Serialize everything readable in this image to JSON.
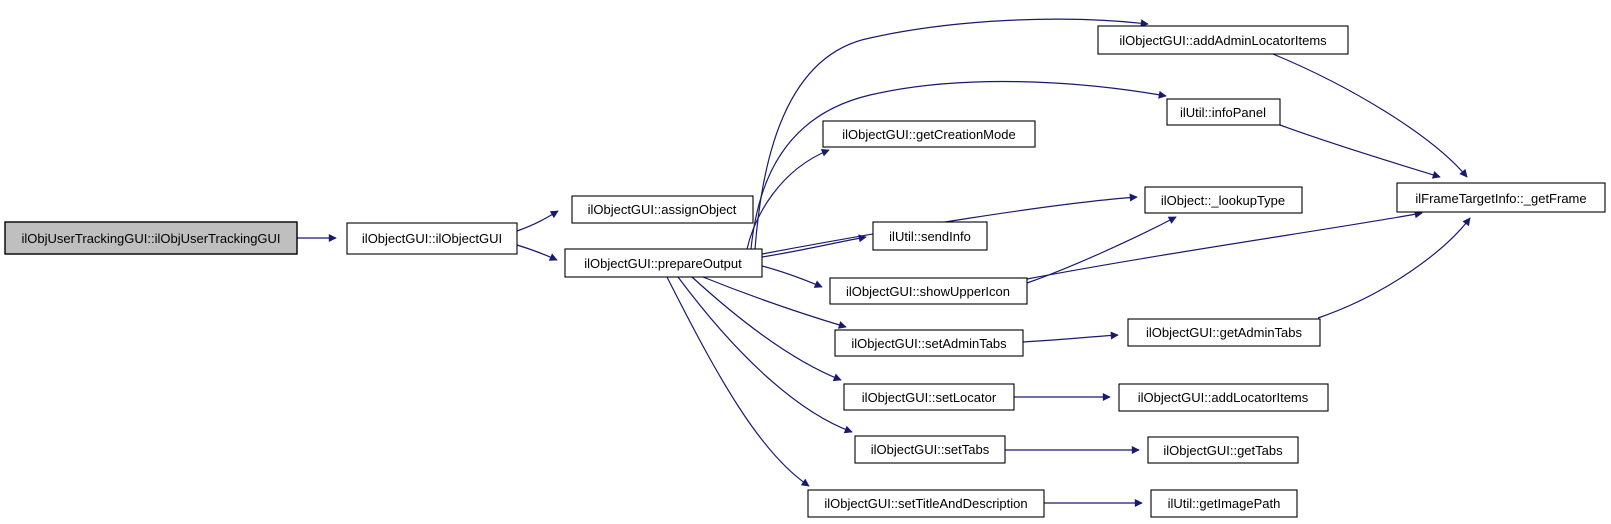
{
  "diagram": {
    "type": "call-graph",
    "colors": {
      "background": "#ffffff",
      "edge": "#191970",
      "node-border": "#000000",
      "node-fill": "#ffffff",
      "highlight-fill": "#bfbfbf",
      "text": "#000000"
    },
    "nodes": [
      {
        "id": "ilObjUserTrackingGUI",
        "label": "ilObjUserTrackingGUI::ilObjUserTrackingGUI",
        "highlighted": true
      },
      {
        "id": "ilObjectGUI",
        "label": "ilObjectGUI::ilObjectGUI",
        "highlighted": false
      },
      {
        "id": "assignObject",
        "label": "ilObjectGUI::assignObject",
        "highlighted": false
      },
      {
        "id": "prepareOutput",
        "label": "ilObjectGUI::prepareOutput",
        "highlighted": false
      },
      {
        "id": "getCreationMode",
        "label": "ilObjectGUI::getCreationMode",
        "highlighted": false
      },
      {
        "id": "sendInfo",
        "label": "ilUtil::sendInfo",
        "highlighted": false
      },
      {
        "id": "showUpperIcon",
        "label": "ilObjectGUI::showUpperIcon",
        "highlighted": false
      },
      {
        "id": "setAdminTabs",
        "label": "ilObjectGUI::setAdminTabs",
        "highlighted": false
      },
      {
        "id": "setLocator",
        "label": "ilObjectGUI::setLocator",
        "highlighted": false
      },
      {
        "id": "setTabs",
        "label": "ilObjectGUI::setTabs",
        "highlighted": false
      },
      {
        "id": "setTitleAndDescription",
        "label": "ilObjectGUI::setTitleAndDescription",
        "highlighted": false
      },
      {
        "id": "addAdminLocatorItems",
        "label": "ilObjectGUI::addAdminLocatorItems",
        "highlighted": false
      },
      {
        "id": "infoPanel",
        "label": "ilUtil::infoPanel",
        "highlighted": false
      },
      {
        "id": "lookupType",
        "label": "ilObject::_lookupType",
        "highlighted": false
      },
      {
        "id": "getFrame",
        "label": "ilFrameTargetInfo::_getFrame",
        "highlighted": false
      },
      {
        "id": "getAdminTabs",
        "label": "ilObjectGUI::getAdminTabs",
        "highlighted": false
      },
      {
        "id": "addLocatorItems",
        "label": "ilObjectGUI::addLocatorItems",
        "highlighted": false
      },
      {
        "id": "getTabs",
        "label": "ilObjectGUI::getTabs",
        "highlighted": false
      },
      {
        "id": "getImagePath",
        "label": "ilUtil::getImagePath",
        "highlighted": false
      }
    ],
    "edges": [
      {
        "from": "ilObjUserTrackingGUI",
        "to": "ilObjectGUI"
      },
      {
        "from": "ilObjectGUI",
        "to": "assignObject"
      },
      {
        "from": "ilObjectGUI",
        "to": "prepareOutput"
      },
      {
        "from": "prepareOutput",
        "to": "addAdminLocatorItems"
      },
      {
        "from": "prepareOutput",
        "to": "infoPanel"
      },
      {
        "from": "prepareOutput",
        "to": "getCreationMode"
      },
      {
        "from": "prepareOutput",
        "to": "lookupType"
      },
      {
        "from": "prepareOutput",
        "to": "sendInfo"
      },
      {
        "from": "prepareOutput",
        "to": "showUpperIcon"
      },
      {
        "from": "prepareOutput",
        "to": "setAdminTabs"
      },
      {
        "from": "prepareOutput",
        "to": "setLocator"
      },
      {
        "from": "prepareOutput",
        "to": "setTabs"
      },
      {
        "from": "prepareOutput",
        "to": "setTitleAndDescription"
      },
      {
        "from": "addAdminLocatorItems",
        "to": "getFrame"
      },
      {
        "from": "infoPanel",
        "to": "getFrame"
      },
      {
        "from": "showUpperIcon",
        "to": "lookupType"
      },
      {
        "from": "showUpperIcon",
        "to": "getFrame"
      },
      {
        "from": "setAdminTabs",
        "to": "getAdminTabs"
      },
      {
        "from": "getAdminTabs",
        "to": "getFrame"
      },
      {
        "from": "setLocator",
        "to": "addLocatorItems"
      },
      {
        "from": "setTabs",
        "to": "getTabs"
      },
      {
        "from": "setTitleAndDescription",
        "to": "getImagePath"
      }
    ]
  }
}
